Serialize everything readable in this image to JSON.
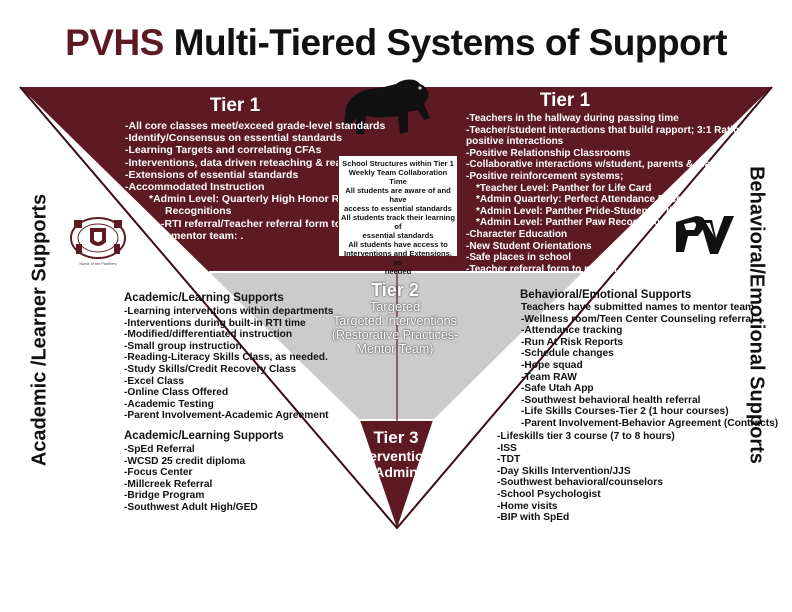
{
  "title": {
    "accent": "PVHS",
    "main": " Multi-Tiered Systems of Support"
  },
  "colors": {
    "maroon": "#5e1a22",
    "gray": "#cbcbcb",
    "white": "#ffffff",
    "text": "#111111"
  },
  "side_labels": {
    "left": "Academic /Learner Supports",
    "right": "Behavioral/Emotional Supports"
  },
  "logos": {
    "panther": "panther-icon",
    "seal": "school-seal-icon",
    "monogram": "pv-monogram-icon",
    "seal_caption": "Home of the Panthers"
  },
  "tier1": {
    "left_title": "Tier 1",
    "left_items": [
      "-All core classes meet/exceed grade-level standards",
      "-Identify/Consensus on essential standards",
      "-Learning Targets and correlating CFAs",
      "-Interventions, data driven reteaching & reassess",
      "-Extensions of essential standards",
      "-Accommodated Instruction",
      "*Admin Level: Quarterly High Honor Roll",
      "Recognitions",
      "-RTI referral/Teacher referral form to",
      "mentor team: ."
    ],
    "right_title": "Tier 1",
    "right_items": [
      "-Teachers in the hallway during passing time",
      "-Teacher/student interactions that build rapport; 3:1 Ratio",
      "positive interactions",
      "-Positive Relationship Classrooms",
      "-Collaborative interactions w/student, parents & teachers",
      "-Positive reinforcement systems;",
      "*Teacher Level: Panther for Life Card",
      "*Admin Quarterly: Perfect Attendance Recognition",
      "*Admin Level: Panther Pride-Student of the Month",
      "*Admin Level: Panther Paw Recognition",
      "-Character Education",
      "-New Student Orientations",
      "-Safe places in school",
      "-Teacher referral form to mentor team"
    ],
    "center_lines": [
      "School Structures within Tier 1",
      "Weekly Team Collaboration Time",
      "All students are aware of and have",
      "access to essential standards",
      "All students track their learning of",
      "essential standards",
      "All students have access to",
      "Interventions and Extensions, as",
      "needed"
    ]
  },
  "tier2": {
    "title": "Tier 2",
    "sub": "Targeted",
    "desc": [
      "Targeted Interventions",
      "(Restorative Practices-",
      "Mentor Team)"
    ],
    "left_heading": "Academic/Learning Supports",
    "left_items": [
      "-Learning interventions within departments",
      "-Interventions during built-in RTI time",
      "-Modified/differentiated instruction",
      "-Small group instruction",
      "-Reading-Literacy Skills Class, as needed.",
      "-Study Skills/Credit Recovery Class",
      "-Excel Class",
      "-Online Class Offered",
      "-Academic Testing",
      "-Parent Involvement-Academic Agreement"
    ],
    "right_heading": "Behavioral/Emotional Supports",
    "right_items": [
      "Teachers have submitted names to mentor team",
      "-Wellness room/Teen Center Counseling referral",
      "-Attendance tracking",
      "-Run At Risk Reports",
      "-Schedule changes",
      "-Hope squad",
      "-Team RAW",
      "-Safe Utah App",
      "-Southwest behavioral health referral",
      "-Life Skills Courses-Tier 2 (1 hour courses)",
      "-Parent Involvement-Behavior Agreement (Contracts)"
    ]
  },
  "tier3": {
    "title": "Tier 3",
    "sub": [
      "Interventions",
      "(Admin)"
    ],
    "left_heading": "Academic/Learning Supports",
    "left_items": [
      "-SpEd Referral",
      "-WCSD 25 credit diploma",
      "-Focus Center",
      "-Millcreek Referral",
      "-Bridge Program",
      "-Southwest Adult High/GED"
    ],
    "right_items": [
      "-Lifeskills tier 3 course (7 to 8 hours)",
      "-ISS",
      "-TDT",
      "-Day Skills Intervention/JJS",
      "-Southwest behavioral/counselors",
      "-School Psychologist",
      "-Home visits",
      "-BIP with SpEd"
    ]
  }
}
